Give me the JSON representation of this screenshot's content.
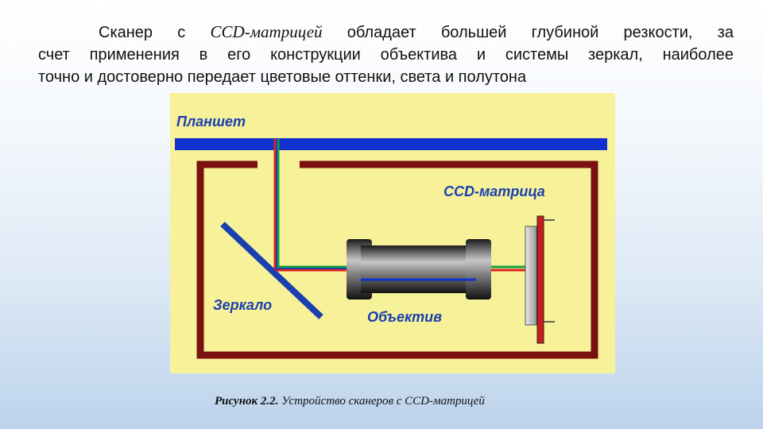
{
  "paragraph": {
    "line1_prefix": "Сканер с ",
    "line1_term": "CCD-матрицей",
    "line1_suffix": " обладает большей глубиной резкости, за",
    "line2": "счет применения в его конструкции объектива и системы зеркал, наиболее",
    "line3": "точно и достоверно передает цветовые оттенки, света и полутона"
  },
  "diagram": {
    "labels": {
      "planshet": "Планшет",
      "ccd": "CCD-матрица",
      "mirror": "Зеркало",
      "lens": "Объектив"
    },
    "colors": {
      "background": "#f7f199",
      "planshet": "#1030d0",
      "body": "#7a1010",
      "mirror": "#1a3fb0",
      "ray_red": "#e02020",
      "ray_green": "#10a040",
      "ray_blue": "#1030d0",
      "label": "#1a3fb0"
    }
  },
  "caption": {
    "prefix": "Рисунок 2.2.",
    "text": " Устройство сканеров с CCD-матрицей"
  }
}
